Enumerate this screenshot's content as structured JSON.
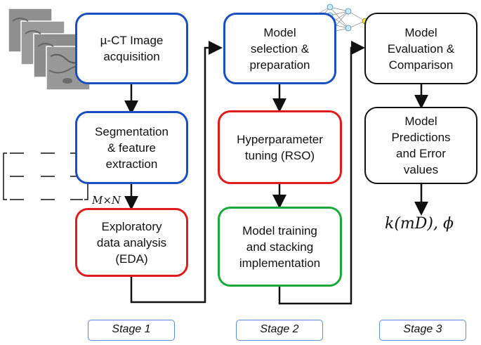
{
  "boxes": {
    "ct_acquisition": "µ-CT Image\nacquisition",
    "segmentation": "Segmentation\n& feature\nextraction",
    "eda": "Exploratory\ndata analysis\n(EDA)",
    "model_selection": "Model\nselection &\npreparation",
    "hyperparameter": "Hyperparameter\ntuning (RSO)",
    "model_training": "Model training\nand stacking\nimplementation",
    "evaluation": "Model\nEvaluation &\nComparison",
    "predictions": "Model\nPredictions\nand Error\nvalues"
  },
  "matrix_label": "M×N",
  "output_formula": "k(mD), ϕ",
  "stages": [
    "Stage 1",
    "Stage 2",
    "Stage 3"
  ],
  "colors": {
    "blue": "#1a4fbf",
    "red": "#e01b1b",
    "green": "#1aa83a",
    "black": "#111111",
    "stage_border": "#5b8bd6"
  },
  "icons": [
    "ct-image-stack-icon",
    "neural-network-icon",
    "matrix-icon"
  ]
}
